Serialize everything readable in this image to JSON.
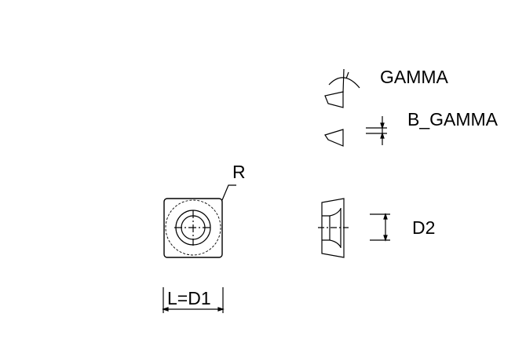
{
  "labels": {
    "gamma": "GAMMA",
    "b_gamma": "B_GAMMA",
    "radius": "R",
    "d2": "D2",
    "length": "L=D1"
  },
  "colors": {
    "line": "#000000",
    "background": "#ffffff"
  }
}
